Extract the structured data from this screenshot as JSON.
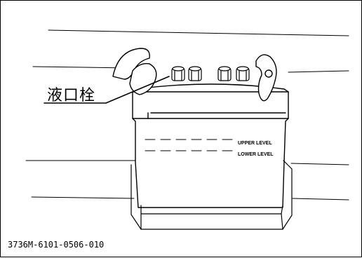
{
  "callout": {
    "label": "液口栓"
  },
  "battery": {
    "upper_level": "UPPER LEVEL",
    "lower_level": "LOWER LEVEL"
  },
  "figure": {
    "code": "3736M-6101-0506-010"
  }
}
